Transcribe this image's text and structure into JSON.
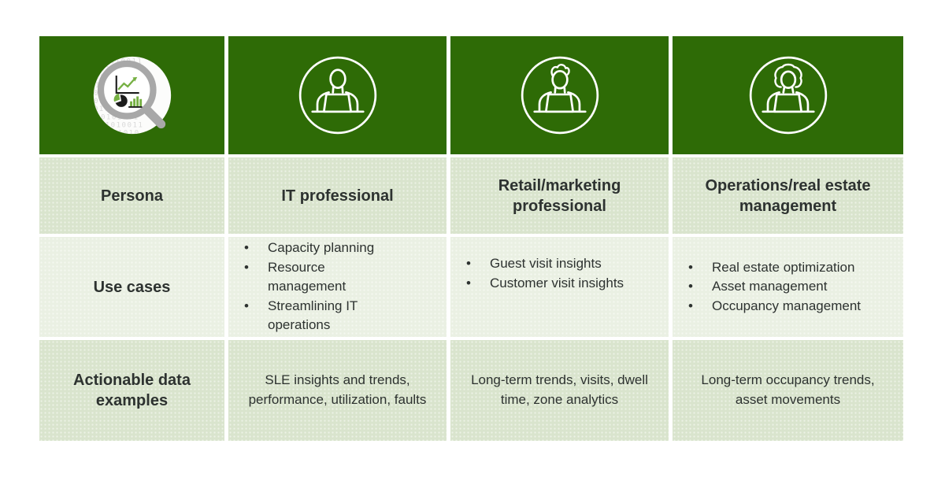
{
  "table": {
    "title": "Persona comparison table",
    "bullet_char": "•",
    "header": {
      "analytics_icon": "analytics-magnifier-icon",
      "it_icon": "it-professional-person-icon",
      "retail_icon": "retail-marketing-person-icon",
      "operations_icon": "operations-person-icon",
      "analytics_texture_digits": "0110100101"
    },
    "persona_row": {
      "label": "Persona",
      "it": "IT professional",
      "retail": "Retail/marketing professional",
      "operations": "Operations/real estate management"
    },
    "use_cases_row": {
      "label": "Use cases",
      "it": [
        "Capacity planning",
        "Resource management",
        "Streamlining IT operations"
      ],
      "retail": [
        "Guest visit insights",
        "Customer visit insights"
      ],
      "operations": [
        "Real estate optimization",
        "Asset management",
        "Occupancy management"
      ]
    },
    "actionable_row": {
      "label": "Actionable data examples",
      "it": "SLE insights and trends, performance, utilization, faults",
      "retail": "Long-term trends, visits, dwell time, zone analytics",
      "operations": "Long-term occupancy trends, asset movements"
    }
  },
  "colors": {
    "header_green": "#2e6b06",
    "row_green": "#d9e4cd",
    "row_green_light": "#eaf0e3",
    "text_dark": "#2d3230",
    "icon_green": "#76b043",
    "icon_gray": "#a8a8a8",
    "icon_black": "#1c1c1c",
    "gap_white": "#ffffff"
  }
}
